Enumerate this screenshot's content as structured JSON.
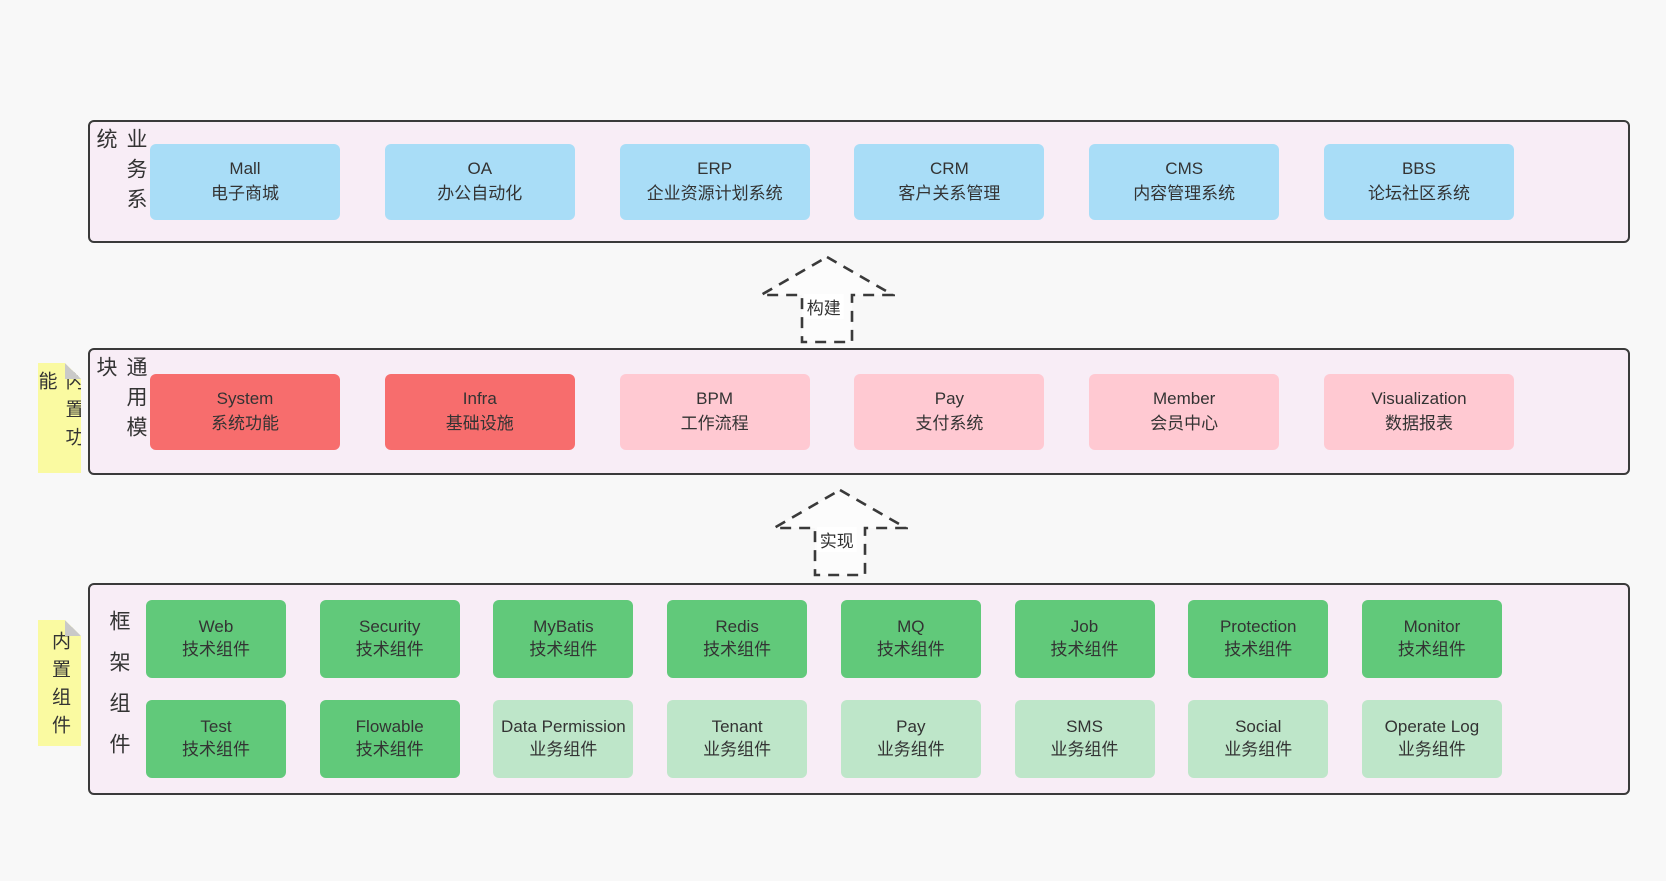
{
  "colors": {
    "page_bg": "#f8f8f8",
    "band_bg": "#f8edf6",
    "band_border": "#3a3a3a",
    "blue_box": "#a9ddf7",
    "red_box": "#f76d6d",
    "pink_box": "#ffc9d2",
    "green_box": "#61c97a",
    "light_green_box": "#bee6c9",
    "note_yellow": "#fafaa1",
    "note_fold_gray": "#c9c9c9",
    "text": "#333333"
  },
  "arrows": [
    {
      "label": "构建"
    },
    {
      "label": "实现"
    }
  ],
  "bands": [
    {
      "label": "业务系统",
      "note": "",
      "rows": [
        [
          {
            "title": "Mall",
            "subtitle": "电子商城",
            "variant": "blue"
          },
          {
            "title": "OA",
            "subtitle": "办公自动化",
            "variant": "blue"
          },
          {
            "title": "ERP",
            "subtitle": "企业资源计划系统",
            "variant": "blue"
          },
          {
            "title": "CRM",
            "subtitle": "客户关系管理",
            "variant": "blue"
          },
          {
            "title": "CMS",
            "subtitle": "内容管理系统",
            "variant": "blue"
          },
          {
            "title": "BBS",
            "subtitle": "论坛社区系统",
            "variant": "blue"
          }
        ]
      ]
    },
    {
      "label": "通用模块",
      "note": "内置功能",
      "rows": [
        [
          {
            "title": "System",
            "subtitle": "系统功能",
            "variant": "red"
          },
          {
            "title": "Infra",
            "subtitle": "基础设施",
            "variant": "red"
          },
          {
            "title": "BPM",
            "subtitle": "工作流程",
            "variant": "pink"
          },
          {
            "title": "Pay",
            "subtitle": "支付系统",
            "variant": "pink"
          },
          {
            "title": "Member",
            "subtitle": "会员中心",
            "variant": "pink"
          },
          {
            "title": "Visualization",
            "subtitle": "数据报表",
            "variant": "pink"
          }
        ]
      ]
    },
    {
      "label": "框架组件",
      "note": "内置组件",
      "rows": [
        [
          {
            "title": "Web",
            "subtitle": "技术组件",
            "variant": "green"
          },
          {
            "title": "Security",
            "subtitle": "技术组件",
            "variant": "green"
          },
          {
            "title": "MyBatis",
            "subtitle": "技术组件",
            "variant": "green"
          },
          {
            "title": "Redis",
            "subtitle": "技术组件",
            "variant": "green"
          },
          {
            "title": "MQ",
            "subtitle": "技术组件",
            "variant": "green"
          },
          {
            "title": "Job",
            "subtitle": "技术组件",
            "variant": "green"
          },
          {
            "title": "Protection",
            "subtitle": "技术组件",
            "variant": "green"
          },
          {
            "title": "Monitor",
            "subtitle": "技术组件",
            "variant": "green"
          }
        ],
        [
          {
            "title": "Test",
            "subtitle": "技术组件",
            "variant": "green"
          },
          {
            "title": "Flowable",
            "subtitle": "技术组件",
            "variant": "green"
          },
          {
            "title": "Data Permission",
            "subtitle": "业务组件",
            "variant": "lightgreen"
          },
          {
            "title": "Tenant",
            "subtitle": "业务组件",
            "variant": "lightgreen"
          },
          {
            "title": "Pay",
            "subtitle": "业务组件",
            "variant": "lightgreen"
          },
          {
            "title": "SMS",
            "subtitle": "业务组件",
            "variant": "lightgreen"
          },
          {
            "title": "Social",
            "subtitle": "业务组件",
            "variant": "lightgreen"
          },
          {
            "title": "Operate Log",
            "subtitle": "业务组件",
            "variant": "lightgreen"
          }
        ]
      ]
    }
  ]
}
